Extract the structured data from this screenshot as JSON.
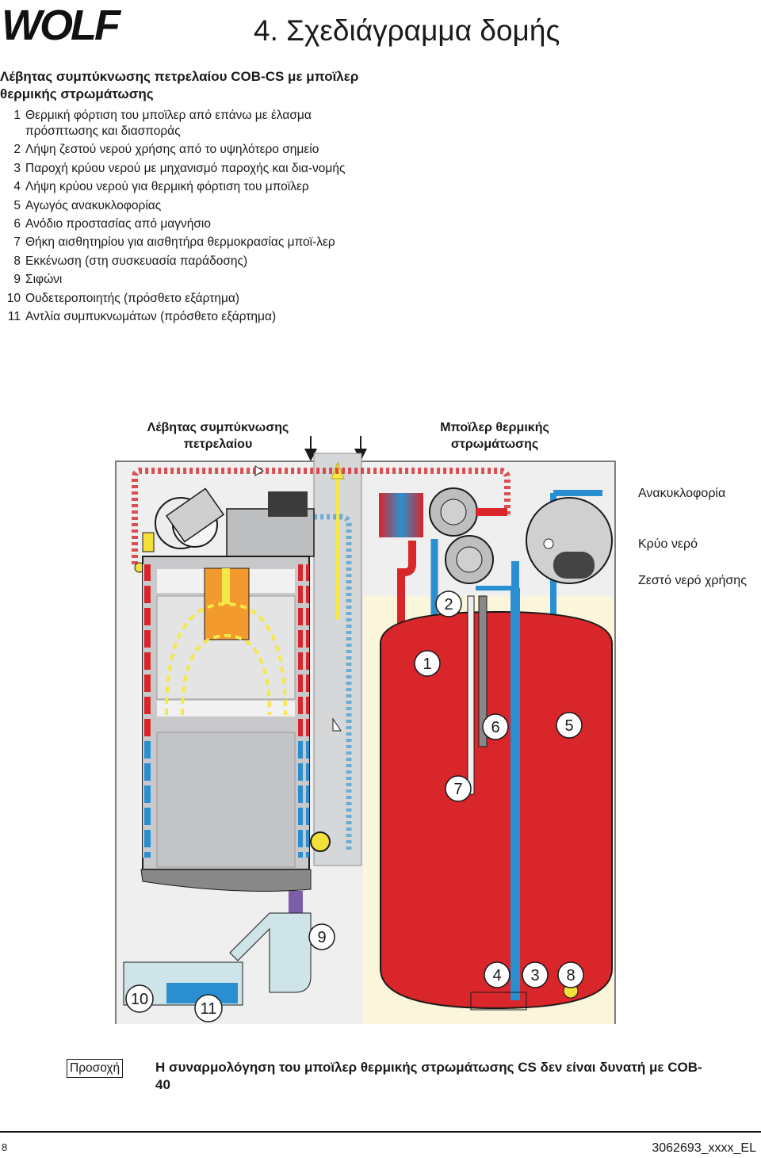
{
  "brand": {
    "logo_text": "WOLF"
  },
  "page_title": "4. Σχεδιάγραμμα δομής",
  "boiler_heading": "Λέβητας συμπύκνωσης πετρελαίου COB-CS με μποϊλερ θερμικής στρωμάτωσης",
  "legend": [
    {
      "num": "1",
      "text": "Θερμική φόρτιση του μποϊλερ από επάνω με έλασμα πρόσπτωσης και διασποράς"
    },
    {
      "num": "2",
      "text": "Λήψη ζεστού νερού χρήσης από το υψηλότερο σημείο"
    },
    {
      "num": "3",
      "text": "Παροχή κρύου νερού με μηχανισμό παροχής και δια-νομής"
    },
    {
      "num": "4",
      "text": "Λήψη κρύου νερού για θερμική φόρτιση του μποϊλερ"
    },
    {
      "num": "5",
      "text": "Αγωγός ανακυκλοφορίας"
    },
    {
      "num": "6",
      "text": "Ανόδιο προστασίας από μαγνήσιο"
    },
    {
      "num": "7",
      "text": "Θήκη αισθητηρίου για αισθητήρα θερμοκρασίας μποϊ-λερ"
    },
    {
      "num": "8",
      "text": "Εκκένωση (στη συσκευασία παράδοσης)"
    },
    {
      "num": "9",
      "text": "Σιφώνι"
    },
    {
      "num": "10",
      "text": "Ουδετεροποιητής (πρόσθετο εξάρτημα)"
    },
    {
      "num": "11",
      "text": "Αντλία συμπυκνωμάτων (πρόσθετο εξάρτημα)"
    }
  ],
  "diagram": {
    "boiler_label": [
      "Λέβητας συμπύκνωσης",
      "πετρελαίου"
    ],
    "tank_label": [
      "Μποϊλερ θερμικής",
      "στρωμάτωσης"
    ],
    "recirculation_label": "Ανακυκλοφορία",
    "cold_water_label": "Κρύο νερό",
    "hot_water_label": "Ζεστό νερό χρήσης",
    "numbers": [
      "1",
      "2",
      "3",
      "4",
      "5",
      "6",
      "7",
      "8",
      "9",
      "10",
      "11"
    ],
    "colors": {
      "hot": "#d8262b",
      "cold": "#2a8fd0",
      "casing": "#c8c9cb",
      "flame": "#f39a2e",
      "exhaust": "#f5e94a",
      "tank_area": "#fbf5dc"
    }
  },
  "caution": {
    "label": "Προσοχή",
    "text": "Η συναρμολόγηση του μποϊλερ θερμικής στρωμάτωσης CS δεν είναι δυνατή με COB-40"
  },
  "footer": {
    "page_number": "8",
    "doc_number": "3062693_xxxx_EL"
  }
}
